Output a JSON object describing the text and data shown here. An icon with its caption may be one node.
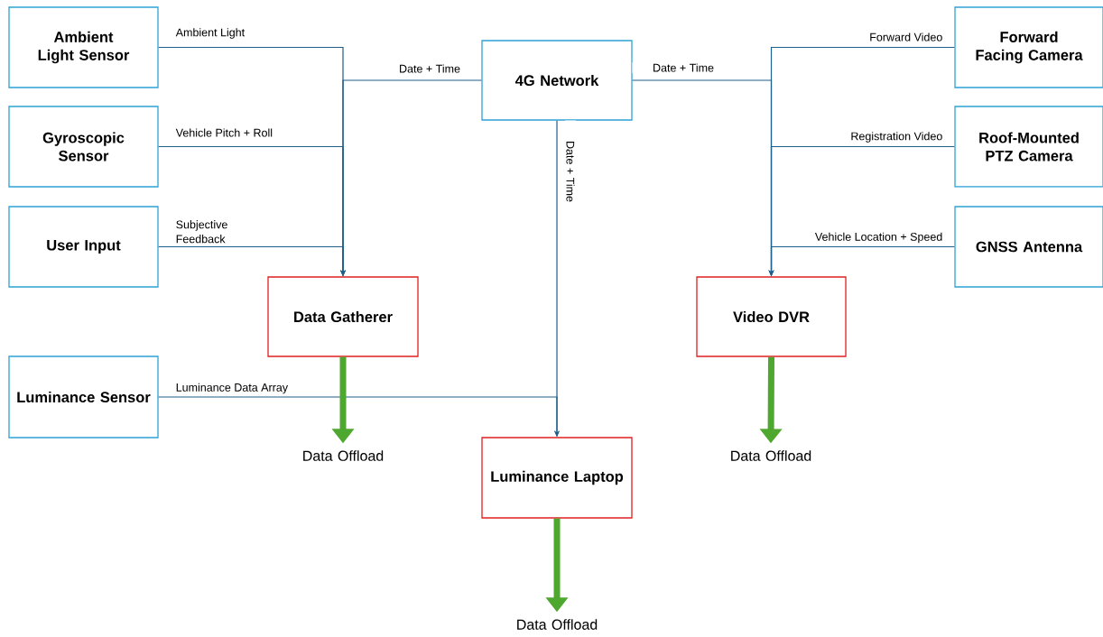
{
  "diagram": {
    "nodes": [
      {
        "text": [
          "Ambient Light Sensor"
        ]
      },
      {
        "text": [
          "Gyroscopic Sensor"
        ]
      },
      {
        "text": [
          "User Input"
        ]
      },
      {
        "text": [
          "Luminance Sensor"
        ]
      },
      {
        "text": [
          "4G Network"
        ]
      },
      {
        "text": [
          "Data Gatherer"
        ]
      },
      {
        "text": [
          "Luminance Laptop"
        ]
      },
      {
        "text": [
          "Video DVR"
        ]
      },
      {
        "text": [
          "Forward Facing Camera"
        ]
      },
      {
        "text": [
          "Roof-Mounted PTZ Camera"
        ]
      },
      {
        "text": [
          "GNSS Antenna"
        ]
      },
      {
        "text": [
          "Data Offload"
        ]
      },
      {
        "text": [
          "Data Offload"
        ]
      },
      {
        "text": [
          "Data Offload"
        ]
      }
    ],
    "edges": [
      {
        "from": 0,
        "to": 5,
        "arrow": "to",
        "label": "Ambient Light"
      },
      {
        "from": 1,
        "to": 5,
        "arrow": "to",
        "label": "Vehicle Pitch + Roll"
      },
      {
        "from": 2,
        "to": 5,
        "arrow": "to",
        "label": "Subjective Feedback"
      },
      {
        "from": 4,
        "to": 5,
        "arrow": "to",
        "label": "Date + Time"
      },
      {
        "from": 4,
        "to": 6,
        "arrow": "to",
        "label": "Date + Time"
      },
      {
        "from": 3,
        "to": 6,
        "arrow": "to",
        "label": "Luminance Data Array"
      },
      {
        "from": 4,
        "to": 7,
        "arrow": "to",
        "label": "Date + Time"
      },
      {
        "from": 8,
        "to": 7,
        "arrow": "to",
        "label": "Forward Video"
      },
      {
        "from": 9,
        "to": 7,
        "arrow": "to",
        "label": "Registration Video"
      },
      {
        "from": 10,
        "to": 7,
        "arrow": "to",
        "label": "Vehicle Location + Speed"
      },
      {
        "from": 5,
        "to": 11,
        "arrow": "to",
        "style": "thick",
        "color": "#4ea72e"
      },
      {
        "from": 7,
        "to": 12,
        "arrow": "to",
        "style": "thick",
        "color": "#4ea72e"
      },
      {
        "from": 6,
        "to": 13,
        "arrow": "to",
        "style": "thick",
        "color": "#4ea72e"
      }
    ]
  }
}
